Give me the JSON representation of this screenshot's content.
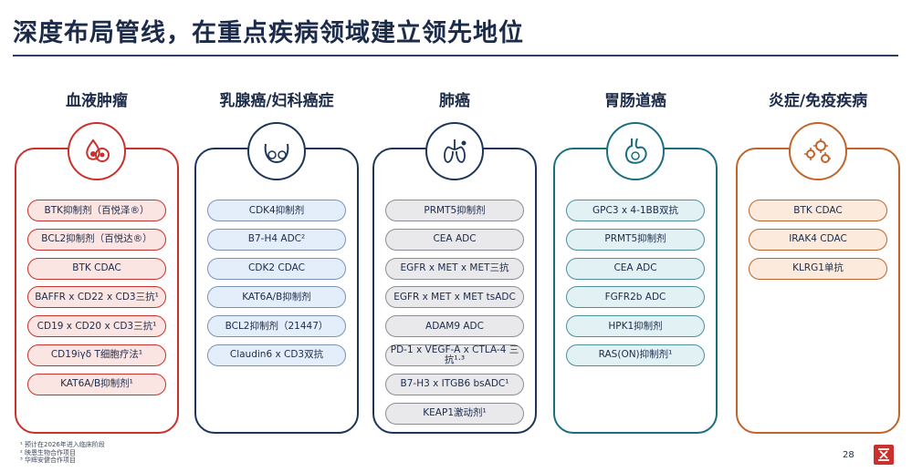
{
  "title": "深度布局管线，在重点疾病领域建立领先地位",
  "columns": [
    {
      "title": "血液肿瘤",
      "icon": "blood-cell-icon",
      "items": [
        "BTK抑制剂（百悦泽®）",
        "BCL2抑制剂（百悦达®）",
        "BTK CDAC",
        "BAFFR x CD22 x CD3三抗¹",
        "CD19 x CD20 x CD3三抗¹",
        "CD19iγδ T细胞疗法¹",
        "KAT6A/B抑制剂¹"
      ]
    },
    {
      "title": "乳腺癌/妇科癌症",
      "icon": "breast-icon",
      "items": [
        "CDK4抑制剂",
        "B7-H4 ADC²",
        "CDK2 CDAC",
        "KAT6A/B抑制剂",
        "BCL2抑制剂（21447）",
        "Claudin6 x CD3双抗"
      ]
    },
    {
      "title": "肺癌",
      "icon": "lung-icon",
      "items": [
        "PRMT5抑制剂",
        "CEA ADC",
        "EGFR x MET x MET三抗",
        "EGFR x MET x MET tsADC",
        "ADAM9 ADC",
        "PD-1 x VEGF-A x CTLA-4 三抗¹·³",
        "B7-H3 x ITGB6 bsADC¹",
        "KEAP1激动剂¹"
      ]
    },
    {
      "title": "胃肠道癌",
      "icon": "stomach-icon",
      "items": [
        "GPC3 x 4-1BB双抗",
        "PRMT5抑制剂",
        "CEA ADC",
        "FGFR2b ADC",
        "HPK1抑制剂",
        "RAS(ON)抑制剂¹"
      ]
    },
    {
      "title": "炎症/免疫疾病",
      "icon": "virus-icon",
      "items": [
        "BTK CDAC",
        "IRAK4 CDAC",
        "KLRG1单抗"
      ]
    }
  ],
  "footnotes": [
    "¹  预计在2026年进入临床阶段",
    "²  映恩生物合作项目",
    "³  华辉安健合作项目"
  ],
  "page_number": "28"
}
